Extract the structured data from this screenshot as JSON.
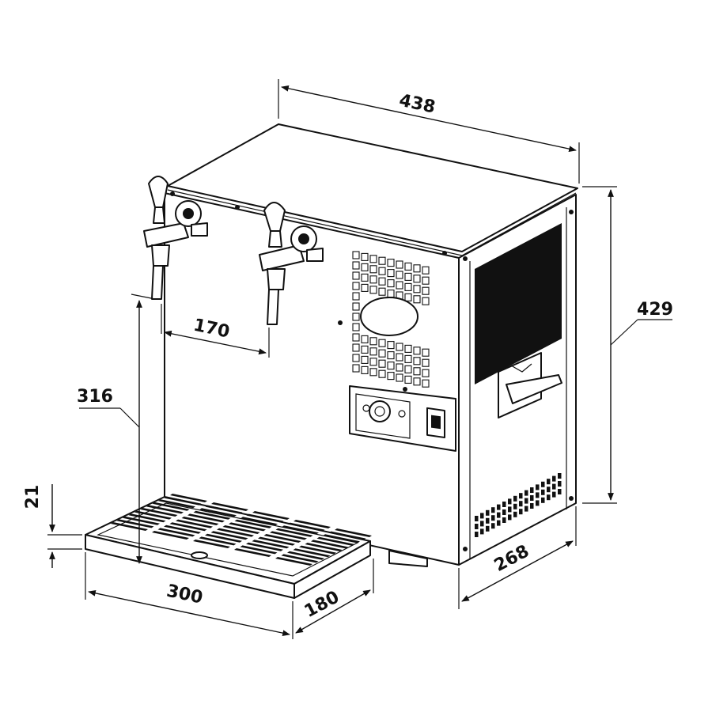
{
  "dimensions": {
    "width": "438",
    "height": "429",
    "depth": "268",
    "tap_spacing": "170",
    "tap_height": "316",
    "tray_height": "21",
    "tray_width": "300",
    "tray_depth": "180"
  },
  "colors": {
    "line": "#111111",
    "background": "#ffffff",
    "panel": "#111111"
  },
  "icons": [
    "tap-icon",
    "dial-icon",
    "switch-icon",
    "handle-icon"
  ]
}
